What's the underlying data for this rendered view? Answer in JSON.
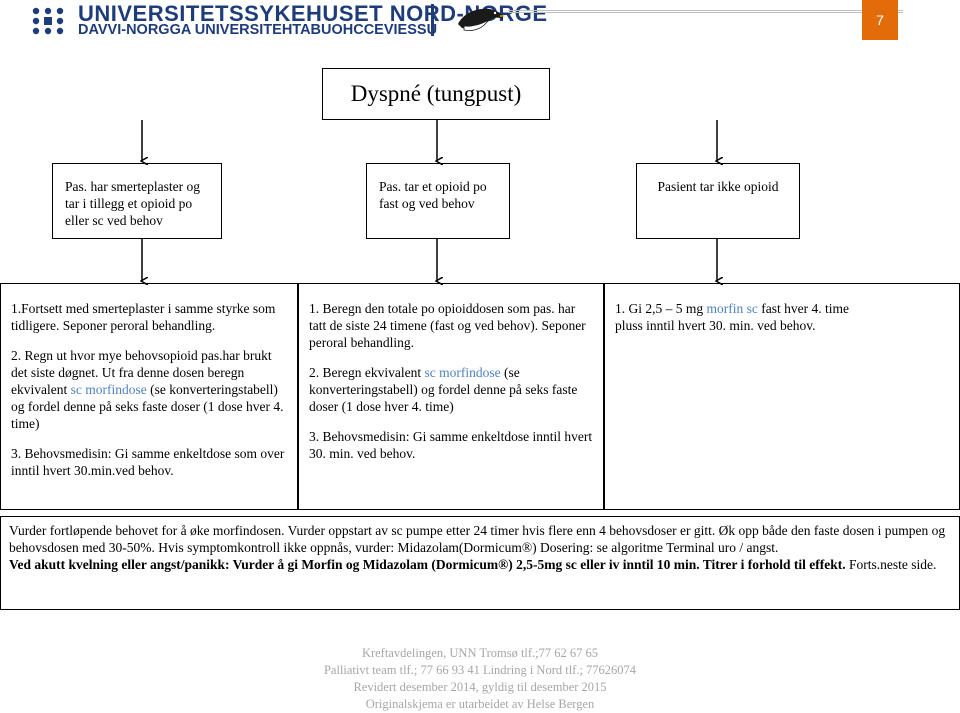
{
  "header": {
    "org_name": "UNIVERSITETSSYKEHUSET NORD-NORGE",
    "org_name_sami": "DAVVI-NORGGA UNIVERSITEHTABUOHCCEVIESSU",
    "page_number": "7",
    "colors": {
      "brand": "#1f3c7a",
      "badge": "#e36c0a"
    },
    "icons": [
      "unn-logo-icon",
      "penguin-logo-icon"
    ]
  },
  "title": "Dyspné (tungpust)",
  "categories": {
    "left": "Pas. har smerteplaster og tar i tillegg et opioid po eller sc ved behov",
    "mid": "Pas. tar et opioid po fast og ved behov",
    "right": "Pasient tar ikke opioid"
  },
  "plans": {
    "left": {
      "p1": "1.Fortsett med smerteplaster i samme styrke som tidligere. Seponer peroral behandling.",
      "p2": "2. Regn ut hvor mye behovsopioid pas.har brukt det siste døgnet.",
      "p3a": "Ut fra denne dosen beregn ekvivalent",
      "p3b_accent": "sc morfindose",
      "p3c": " (se konverteringstabell) og fordel denne på seks faste doser (1 dose hver 4. time)",
      "p4": "3. Behovsmedisin: Gi samme enkeltdose som over inntil hvert 30.min.ved behov."
    },
    "mid": {
      "p1": "1. Beregn den totale po opioiddosen som pas. har tatt de siste 24 timene (fast og ved behov). Seponer peroral behandling.",
      "p2a": "2. Beregn ekvivalent ",
      "p2b_accent": "sc morfindose",
      "p2c": " (se konverteringstabell) og fordel denne på seks faste doser (1 dose hver 4. time)",
      "p3": "3. Behovsmedisin: Gi samme enkeltdose inntil hvert 30. min. ved behov."
    },
    "right": {
      "p1a": "1. Gi 2,5 – 5 mg ",
      "p1b_accent": "morfin sc",
      "p1c": " fast hver 4. time pluss inntil hvert 30. min. ved behov."
    },
    "accent_color": "#4f81bd"
  },
  "bottom": {
    "p1": "Vurder fortløpende behovet for å øke morfindosen. Vurder oppstart av sc pumpe etter 24 timer hvis flere enn 4 behovsdoser er gitt. Øk opp både den faste dosen i pumpen og behovsdosen med 30-50%. Hvis symptomkontroll ikke oppnås, vurder: Midazolam(Dormicum®) Dosering: se algoritme Terminal uro / angst.",
    "p2_bold": "Ved akutt kvelning eller angst/panikk: Vurder å gi Morfin og Midazolam (Dormicum®) 2,5-5mg sc eller iv inntil 10 min. Titrer i forhold til effekt.",
    "p2_tail": "  Forts.neste side."
  },
  "footer": {
    "line1": "Kreftavdelingen, UNN Tromsø tlf.;77 62 67 65",
    "line2": "Palliativt team tlf.; 77 66 93 41 Lindring i Nord tlf.; 77626074",
    "line3": "Revidert desember 2014, gyldig til desember 2015",
    "line4": "Originalskjema er utarbeidet av Helse Bergen"
  }
}
